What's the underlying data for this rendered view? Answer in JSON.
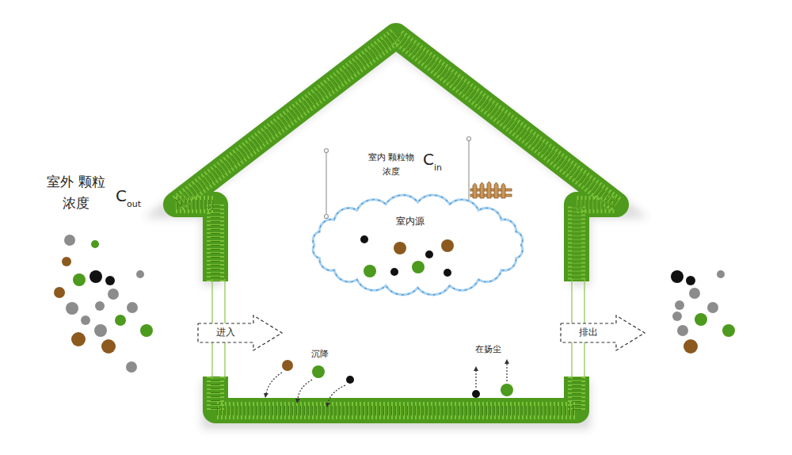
{
  "diagram": {
    "nodes": [
      {
        "text": [
          "室内源"
        ]
      },
      {
        "text": [
          "进入"
        ]
      },
      {
        "text": [
          "排出"
        ]
      }
    ],
    "labels": [
      "室外 颗粒浓度",
      "C",
      "out",
      "室内 颗粒物浓度",
      "C",
      "in",
      "沉降",
      "在扬尘"
    ]
  }
}
